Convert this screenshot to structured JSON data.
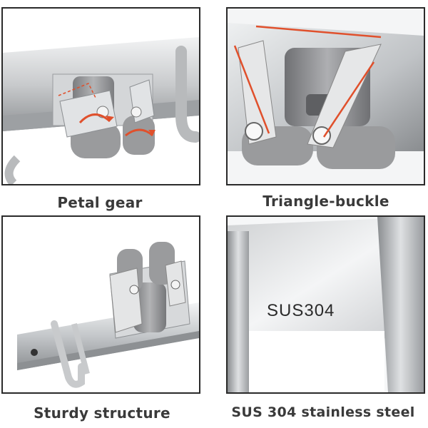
{
  "panels": [
    {
      "caption": "Petal gear"
    },
    {
      "caption": "Triangle-buckle"
    },
    {
      "caption": "Sturdy structure"
    },
    {
      "caption": "SUS 304 stainless steel"
    }
  ],
  "engraving": "SUS304",
  "colors": {
    "frame": "#2a2a2a",
    "caption": "#3a3a3a",
    "accent_line": "#e0502c",
    "steel": "#c9cbcd",
    "rubber": "#9a9b9d"
  },
  "icons": [
    "rotate-arrow-icon"
  ]
}
